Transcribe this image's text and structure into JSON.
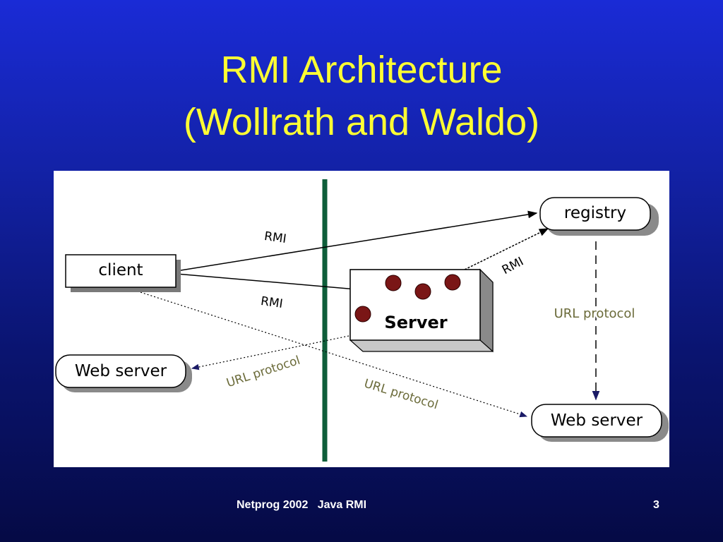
{
  "slide": {
    "title_line1": "RMI Architecture",
    "title_line2": "(Wollrath and Waldo)",
    "footer_left": "Netprog 2002   Java RMI",
    "page_number": "3"
  },
  "diagram": {
    "nodes": {
      "client": "client",
      "server": "Server",
      "registry": "registry",
      "web_server_left": "Web server",
      "web_server_right": "Web server"
    },
    "edges": {
      "client_registry": "RMI",
      "client_server": "RMI",
      "server_registry": "RMI",
      "registry_webserver": "URL protocol",
      "server_webserver_left": "URL protocol",
      "client_webserver_right": "URL protocol"
    }
  }
}
